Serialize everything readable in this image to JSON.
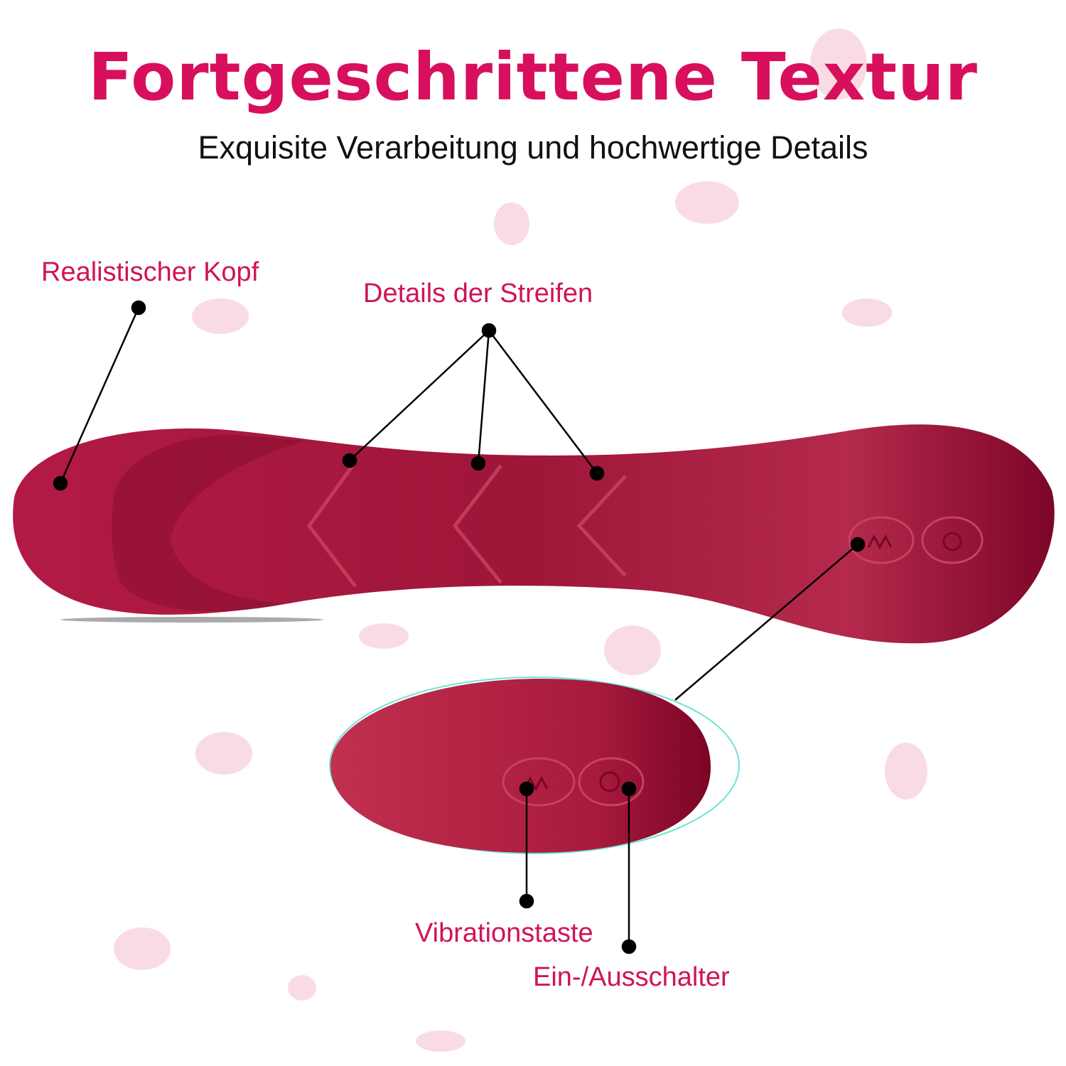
{
  "header": {
    "title": "Fortgeschrittene Textur",
    "subtitle": "Exquisite Verarbeitung und hochwertige Details"
  },
  "callouts": {
    "head": "Realistischer Kopf",
    "stripes": "Details der Streifen",
    "vibration_button": "Vibrationstaste",
    "power_button": "Ein-/Ausschalter"
  },
  "colors": {
    "accent": "#d70f5c",
    "product": "#a8183e",
    "outline": "#6fe3d6"
  }
}
